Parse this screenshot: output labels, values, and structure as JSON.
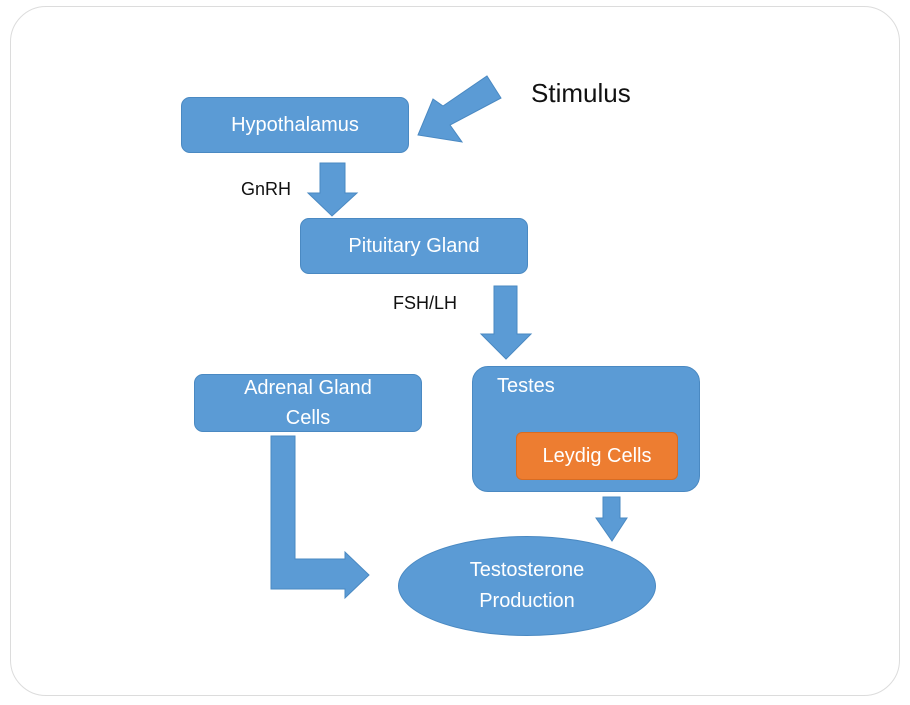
{
  "diagram": {
    "title": "Testosterone production pathway",
    "colors": {
      "box_fill": "#5b9bd5",
      "highlight_fill": "#ed7d31",
      "text_on_box": "#ffffff",
      "label_text": "#111111",
      "frame_border": "#dcdcdc"
    },
    "nodes": {
      "stimulus": "Stimulus",
      "hypothalamus": "Hypothalamus",
      "pituitary": "Pituitary Gland",
      "adrenal_line1": "Adrenal Gland",
      "adrenal_line2": "Cells",
      "testes": "Testes",
      "leydig": "Leydig Cells",
      "testosterone_line1": "Testosterone",
      "testosterone_line2": "Production"
    },
    "edge_labels": {
      "gnrh": "GnRH",
      "fsh_lh": "FSH/LH"
    },
    "edges": [
      {
        "from": "stimulus",
        "to": "hypothalamus",
        "label": ""
      },
      {
        "from": "hypothalamus",
        "to": "pituitary",
        "label": "GnRH"
      },
      {
        "from": "pituitary",
        "to": "testes",
        "label": "FSH/LH"
      },
      {
        "from": "testes",
        "to": "testosterone",
        "label": ""
      },
      {
        "from": "adrenal",
        "to": "testosterone",
        "label": ""
      }
    ]
  }
}
